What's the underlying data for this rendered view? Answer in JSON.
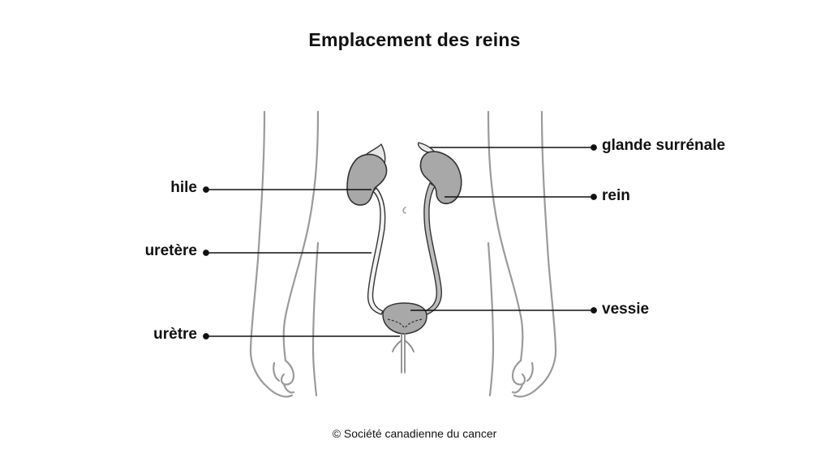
{
  "title": "Emplacement des reins",
  "labels": {
    "hile": "hile",
    "uretere": "uretère",
    "uretre": "urètre",
    "glande_surrenale": "glande surrénale",
    "rein": "rein",
    "vessie": "vessie"
  },
  "copyright": "© Société canadienne du cancer",
  "colors": {
    "organ_fill": "#a8a8a8",
    "organ_light": "#d0d0d0",
    "outline": "#333333",
    "body_outline": "#9a9a9a",
    "leader_line": "#111111"
  }
}
